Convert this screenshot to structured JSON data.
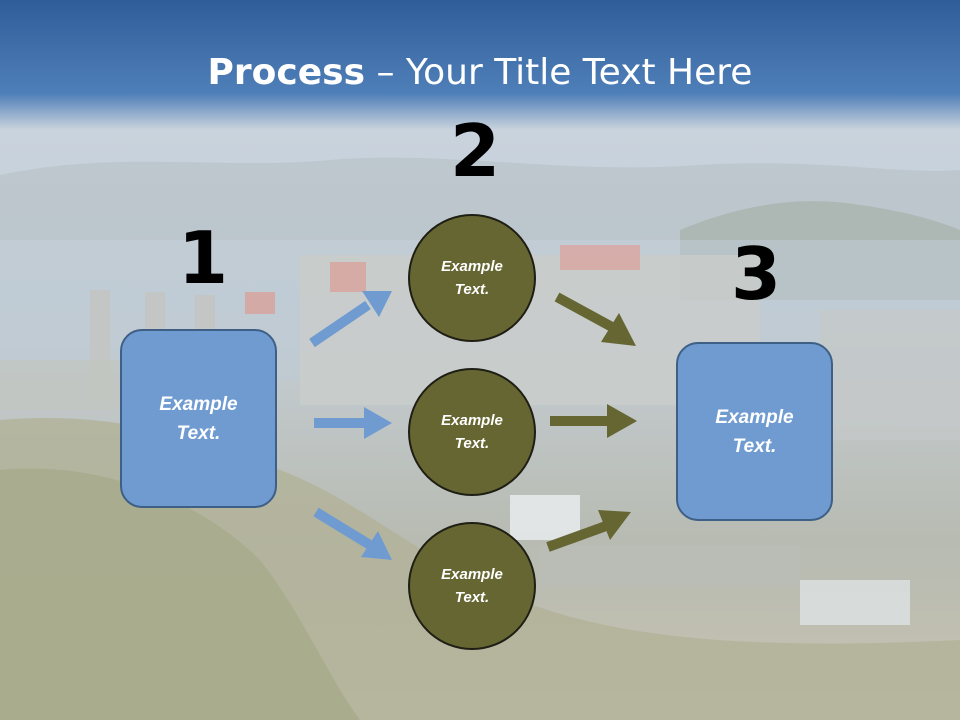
{
  "title": {
    "bold": "Process",
    "rest": " – Your Title Text Here"
  },
  "steps": {
    "one": "1",
    "two": "2",
    "three": "3"
  },
  "left_box": "Example\nText.",
  "right_box": "Example\nText.",
  "circles": [
    "Example\nText.",
    "Example\nText.",
    "Example\nText."
  ],
  "colors": {
    "box": "#6f9bd1",
    "circle": "#666633",
    "arrow_blue": "#6f9bd1",
    "arrow_olive": "#666633"
  }
}
